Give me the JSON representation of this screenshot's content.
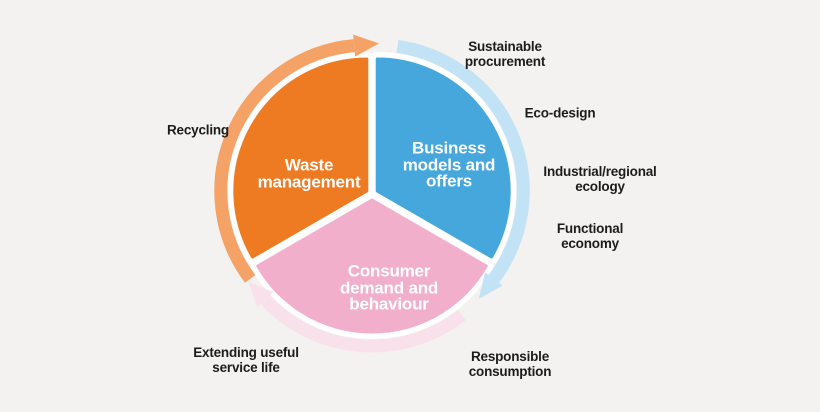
{
  "diagram": {
    "type": "circular-economy-cycle",
    "colors": {
      "background": "#F4F2F1",
      "label_text": "#1C1C1C",
      "segment_text": "#FFFFFF",
      "gap_white": "#FFFFFF"
    },
    "segments": [
      {
        "id": "waste-management",
        "label": "Waste\nmanagement",
        "color": "#EE7B22",
        "arrow_color": "#F4A266"
      },
      {
        "id": "business-models-and-offers",
        "label": "Business\nmodels and\noffers",
        "color": "#45A7DB",
        "arrow_color": "#C2E2F5"
      },
      {
        "id": "consumer-demand-and-behaviour",
        "label": "Consumer\ndemand and\nbehaviour",
        "color": "#F1AFCC",
        "arrow_color": "#F9E1EB"
      }
    ],
    "outer_labels": [
      {
        "id": "sustainable-procurement",
        "text": "Sustainable\nprocurement"
      },
      {
        "id": "eco-design",
        "text": "Eco-design"
      },
      {
        "id": "industrial-regional-ecology",
        "text": "Industrial/regional\necology"
      },
      {
        "id": "functional-economy",
        "text": "Functional\neconomy"
      },
      {
        "id": "responsible-consumption",
        "text": "Responsible\nconsumption"
      },
      {
        "id": "extending-useful-service-life",
        "text": "Extending useful\nservice life"
      },
      {
        "id": "recycling",
        "text": "Recycling"
      }
    ]
  }
}
